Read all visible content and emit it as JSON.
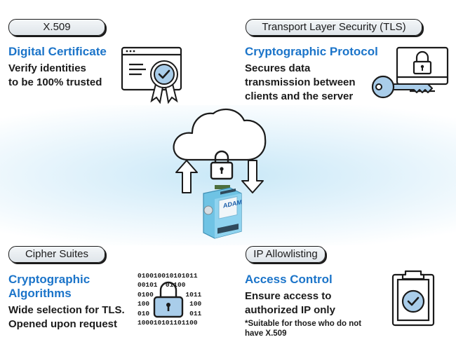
{
  "top_left": {
    "pill": "X.509",
    "heading": "Digital Certificate",
    "desc": [
      "Verify identities",
      "to be 100% trusted"
    ],
    "icon": "certificate-icon"
  },
  "top_right": {
    "pill": "Transport Layer Security (TLS)",
    "heading": "Cryptographic Protocol",
    "desc": [
      "Secures data",
      "transmission between",
      "clients and the server"
    ],
    "icon": "monitor-lock-key-icon"
  },
  "center": {
    "cloud_icon": "cloud-icon",
    "lock_icon": "padlock-icon",
    "up_arrow": "arrow-up-icon",
    "down_arrow": "arrow-down-icon",
    "device_brand": "ADAM",
    "device_icon": "adam-io-module-icon"
  },
  "bottom_left": {
    "pill": "Cipher Suites",
    "heading": [
      "Cryptographic",
      "Algorithms"
    ],
    "desc": [
      "Wide selection for TLS.",
      "Opened upon request"
    ],
    "binary": [
      "010010010101011",
      "00101  01100",
      "0100        1011",
      "100          100",
      "010          011",
      "100010101101100"
    ],
    "icon": "binary-lock-icon"
  },
  "bottom_right": {
    "pill": "IP Allowlisting",
    "heading": "Access Control",
    "desc": [
      "Ensure access to",
      "authorized IP only"
    ],
    "note": [
      "*Suitable for those who do not",
      "have X.509"
    ],
    "icon": "clipboard-check-icon"
  },
  "colors": {
    "accent_blue": "#1b74c9",
    "icon_blue": "#a9cdea",
    "outline": "#1b1b1b"
  }
}
